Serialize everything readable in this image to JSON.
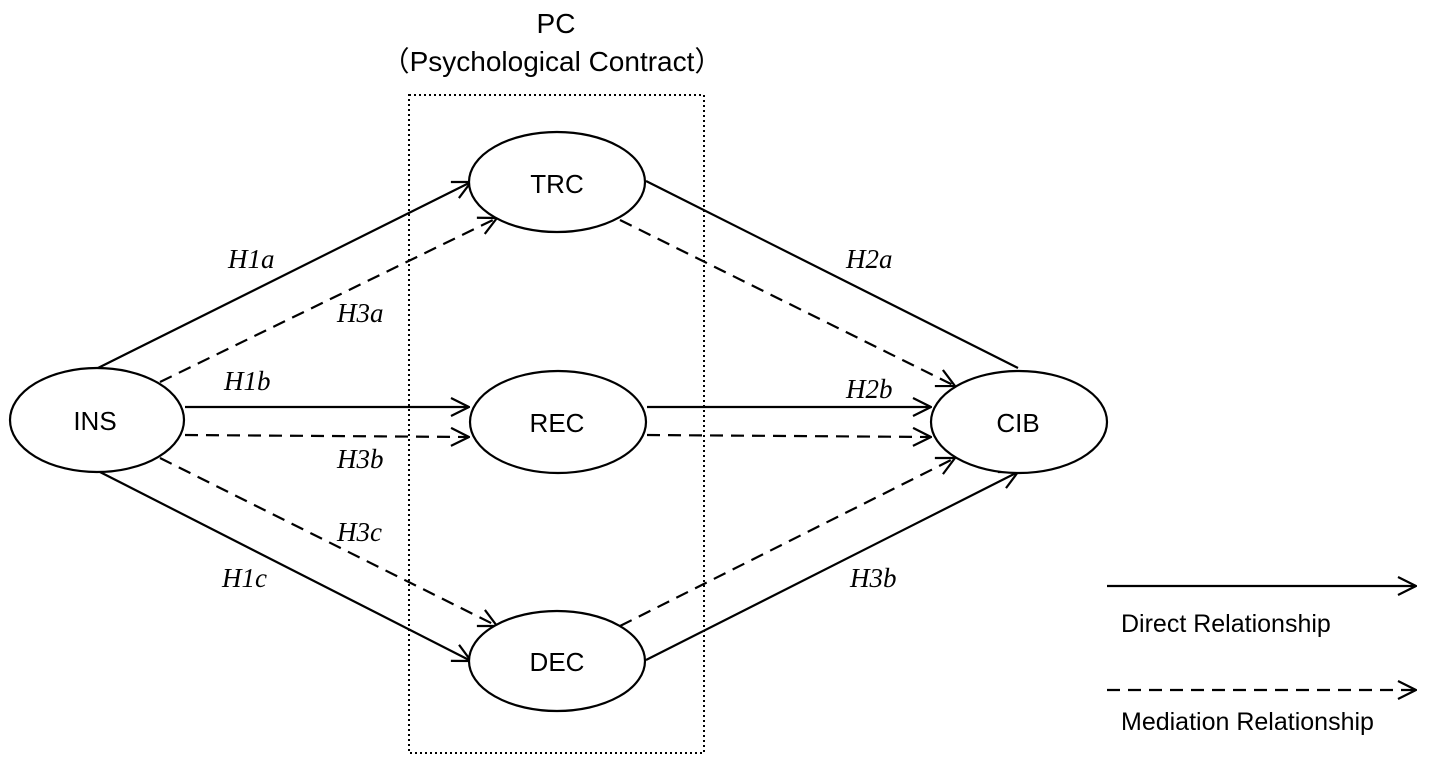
{
  "group": {
    "title": "PC",
    "subtitle": "（Psychological Contract）"
  },
  "nodes": {
    "ins": "INS",
    "trc": "TRC",
    "rec": "REC",
    "dec": "DEC",
    "cib": "CIB"
  },
  "edge_labels": {
    "h1a": "H1a",
    "h3a": "H3a",
    "h1b": "H1b",
    "h3b_left": "H3b",
    "h3c": "H3c",
    "h1c": "H1c",
    "h2a": "H2a",
    "h2b": "H2b",
    "h3b_right": "H3b"
  },
  "legend": {
    "direct": "Direct Relationship",
    "mediation": "Mediation Relationship"
  },
  "colors": {
    "stroke": "#000000",
    "text": "#000000",
    "background": "#ffffff"
  }
}
